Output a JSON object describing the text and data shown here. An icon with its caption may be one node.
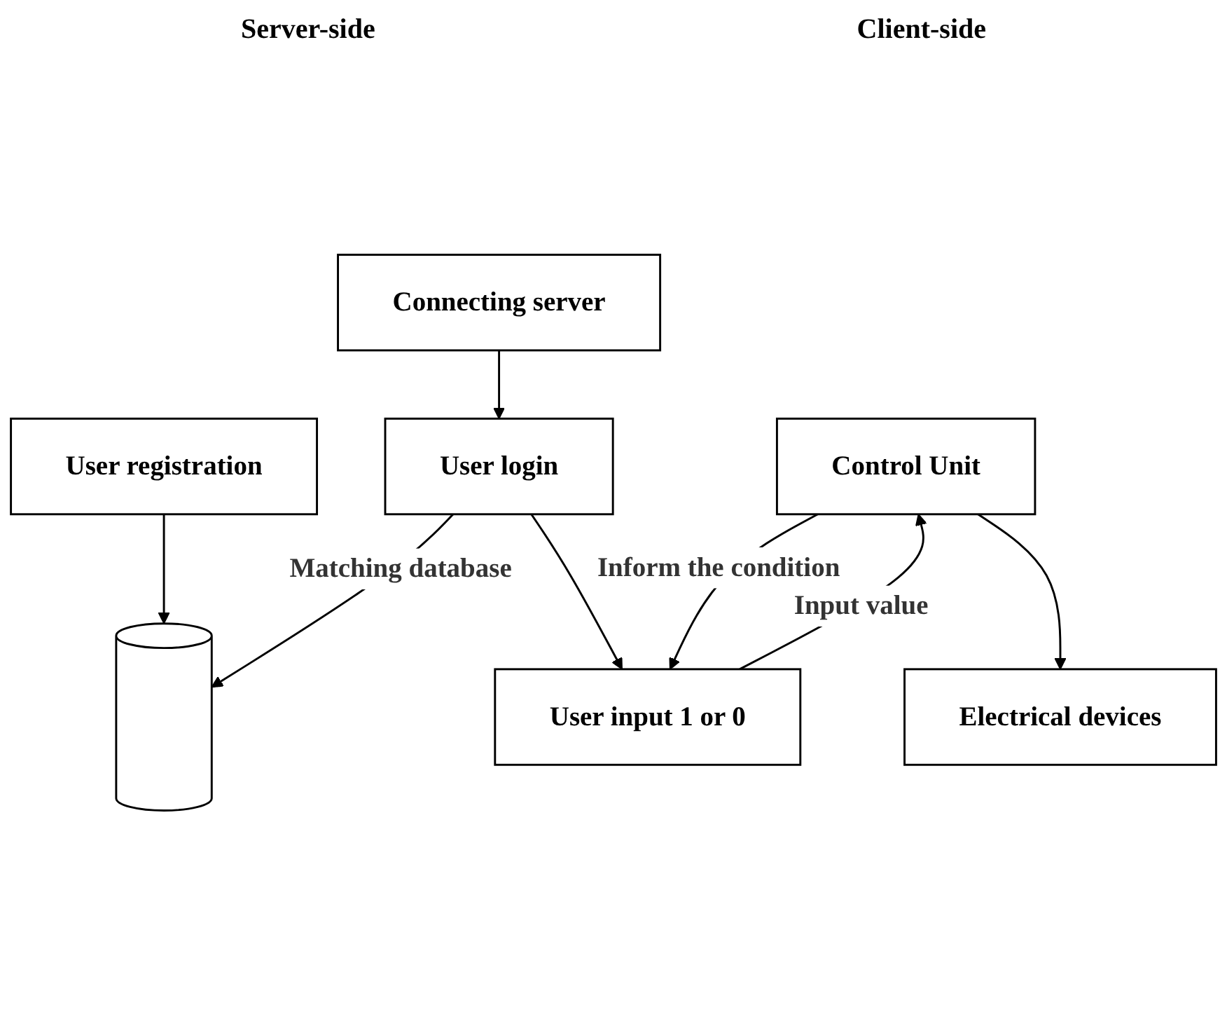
{
  "diagram": {
    "nodes": [
      {
        "text": [
          "User registration"
        ]
      },
      {
        "text": [],
        "shape": "cylinder"
      },
      {
        "text": [
          "Control Unit"
        ]
      },
      {
        "text": [
          "Electrical devices"
        ]
      },
      {
        "text": [
          "Connecting server"
        ]
      },
      {
        "text": [
          "User login"
        ]
      },
      {
        "text": [
          "User input 1 or 0"
        ]
      }
    ],
    "edges": [
      {
        "from": 0,
        "to": 1,
        "arrow": "to"
      },
      {
        "from": 4,
        "to": 5,
        "arrow": "to"
      },
      {
        "from": 5,
        "to": 1,
        "arrow": "to",
        "label": "Matching database"
      },
      {
        "from": 5,
        "to": 6,
        "arrow": "to"
      },
      {
        "from": 6,
        "to": 2,
        "arrow": "to",
        "label": "Input value"
      },
      {
        "from": 2,
        "to": 6,
        "arrow": "to",
        "label": "Inform the condition"
      },
      {
        "from": 2,
        "to": 3,
        "arrow": "to"
      }
    ],
    "labels": [
      "Server-side",
      "Client-side"
    ]
  }
}
